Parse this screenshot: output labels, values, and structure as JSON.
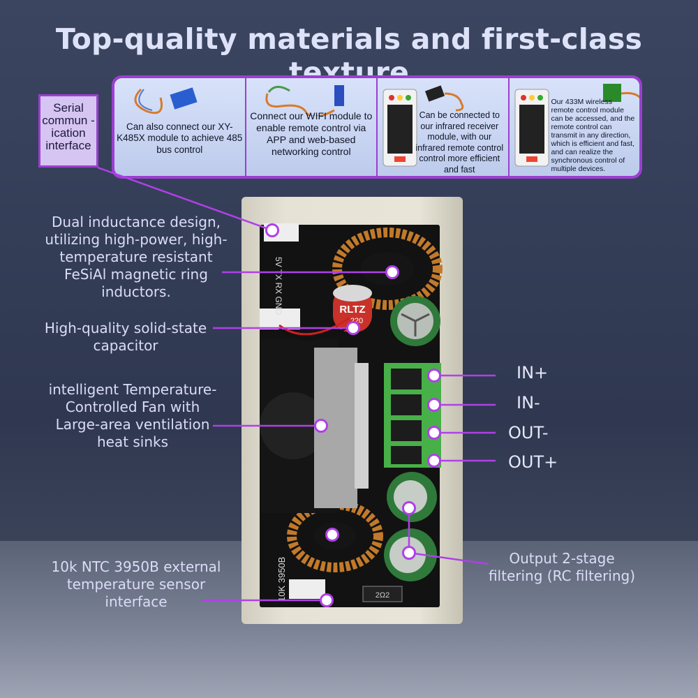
{
  "title": "Top-quality materials and first-class texture",
  "serial_interface": "Serial commun -ication interface",
  "panels": [
    {
      "text": "Can also connect our XY-K485X module to achieve 485 bus control"
    },
    {
      "text": "Connect our WIFI module to enable remote control via APP and web-based networking control"
    },
    {
      "text": "Can be connected to our infrared receiver module, with our infrared remote control control more efficient and fast"
    },
    {
      "text": "Our 433M wireless remote control module can be accessed, and the remote control can transmit in any direction, which is efficient and fast, and can realize the synchronous control of multiple devices."
    }
  ],
  "left_labels": {
    "inductance": "Dual inductance design, utilizing high-power, high-temperature resistant FeSiAl magnetic ring inductors.",
    "capacitor": "High-quality solid-state capacitor",
    "fan": "intelligent Temperature-Controlled Fan with Large-area ventilation heat sinks",
    "ntc": "10k NTC 3950B external temperature sensor interface"
  },
  "right_labels": {
    "in_plus": "IN+",
    "in_minus": "IN-",
    "out_minus": "OUT-",
    "out_plus": "OUT+",
    "filtering": "Output 2-stage filtering (RC filtering)"
  },
  "board_marks": {
    "pins": "5V TX RX GND",
    "cap_label": "RLTZ",
    "cap_value": "220",
    "ntc_silk": "10K 3950B",
    "resistor": "2Ω2"
  },
  "colors": {
    "accent": "#9b3fd0",
    "dot_ring": "#b040e8",
    "background": "#333c55"
  }
}
